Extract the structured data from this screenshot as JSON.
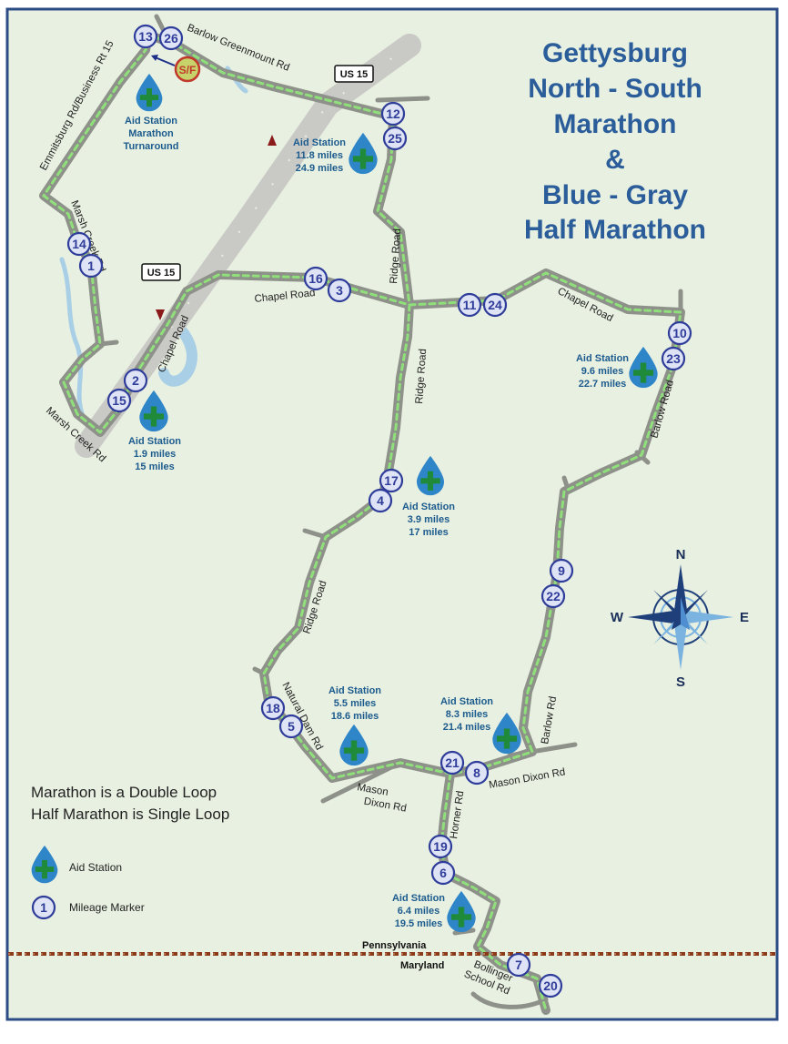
{
  "title": {
    "lines": [
      "Gettysburg",
      "North - South",
      "Marathon",
      "&",
      "Blue - Gray",
      "Half Marathon"
    ]
  },
  "highways": [
    "US 15",
    "US 15"
  ],
  "start_finish": "S/F",
  "roads": [
    "Barlow Greenmount Rd",
    "Emmitsburg Rd/Business Rt 15",
    "Marsh Creek Rd",
    "Marsh Creek Rd",
    "Chapel Road",
    "Chapel Road",
    "Ridge Road",
    "Ridge Road",
    "Chapel Road",
    "Barlow Road",
    "Ridge Road",
    "Natural Dam Rd",
    "Mason Dixon Rd",
    "Mason Dixon Rd",
    "Barlow Rd",
    "Horner Rd",
    "Bollinger School Rd"
  ],
  "mile_markers": [
    "13",
    "26",
    "12",
    "25",
    "14",
    "1",
    "16",
    "3",
    "11",
    "24",
    "10",
    "23",
    "2",
    "15",
    "17",
    "4",
    "9",
    "22",
    "18",
    "5",
    "21",
    "8",
    "19",
    "6",
    "7",
    "20"
  ],
  "aid_stations": [
    {
      "title": "Aid Station",
      "lines": [
        "Marathon",
        "Turnaround"
      ]
    },
    {
      "title": "Aid Station",
      "lines": [
        "11.8 miles",
        "24.9 miles"
      ]
    },
    {
      "title": "Aid Station",
      "lines": [
        "9.6 miles",
        "22.7 miles"
      ]
    },
    {
      "title": "Aid Station",
      "lines": [
        "1.9 miles",
        "15 miles"
      ]
    },
    {
      "title": "Aid Station",
      "lines": [
        "3.9 miles",
        "17 miles"
      ]
    },
    {
      "title": "Aid Station",
      "lines": [
        "5.5 miles",
        "18.6 miles"
      ]
    },
    {
      "title": "Aid Station",
      "lines": [
        "8.3 miles",
        "21.4 miles"
      ]
    },
    {
      "title": "Aid Station",
      "lines": [
        "6.4 miles",
        "19.5 miles"
      ]
    }
  ],
  "compass": {
    "n": "N",
    "s": "S",
    "e": "E",
    "w": "W"
  },
  "legend": {
    "notes": [
      "Marathon is a Double Loop",
      "Half Marathon is Single Loop"
    ],
    "aid_label": "Aid Station",
    "marker_sample": "1",
    "marker_label": "Mileage Marker"
  },
  "states": {
    "north": "Pennsylvania",
    "south": "Maryland"
  },
  "colors": {
    "map_background": "#e8f0e1",
    "border": "#2c4c86",
    "road": "#8e9189",
    "route_dash": "#8fe07a",
    "highway": "#c9c9c6",
    "water": "#a9cfe6",
    "title": "#2a5d99",
    "marker": "#2f3d9a",
    "aid_drop": "#2e86c9",
    "aid_cross": "#1f8a3a",
    "state_line": "#8b3a1a"
  }
}
